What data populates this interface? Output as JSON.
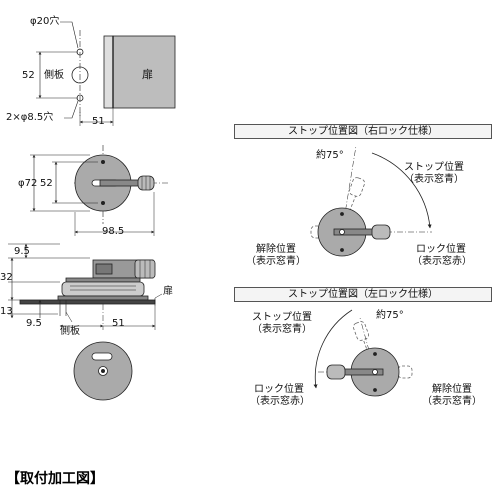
{
  "left_drawing": {
    "hole_large": "φ20穴",
    "dim_52_top": "52",
    "side_plate": "側板",
    "door": "扉",
    "holes_small": "2×φ8.5穴",
    "dim_51_top": "51",
    "dim_72": "φ72",
    "dim_52_mid": "52",
    "dim_98_5": "98.5",
    "dim_9_5_top": "9.5",
    "dim_32": "32",
    "door_side": "扉",
    "dim_13": "13",
    "dim_9_5_bottom": "9.5",
    "dim_51_bottom": "51",
    "side_plate_bottom": "側板"
  },
  "right_lock": {
    "header": "ストップ位置図（右ロック仕様）",
    "angle": "約75°",
    "stop_position_line1": "ストップ位置",
    "stop_position_line2": "（表示窓青）",
    "release_line1": "解除位置",
    "release_line2": "（表示窓青）",
    "lock_line1": "ロック位置",
    "lock_line2": "（表示窓赤）"
  },
  "left_lock": {
    "header": "ストップ位置図（左ロック仕様）",
    "angle": "約75°",
    "stop_position_line1": "ストップ位置",
    "stop_position_line2": "（表示窓青）",
    "lock_line1": "ロック位置",
    "lock_line2": "（表示窓赤）",
    "release_line1": "解除位置",
    "release_line2": "（表示窓青）"
  },
  "footer_title": "【取付加工図】",
  "colors": {
    "line": "#222222",
    "part_fill": "#aaaaaa",
    "door_fill": "#bdbdbd",
    "dashed_ghost": "#666666"
  }
}
